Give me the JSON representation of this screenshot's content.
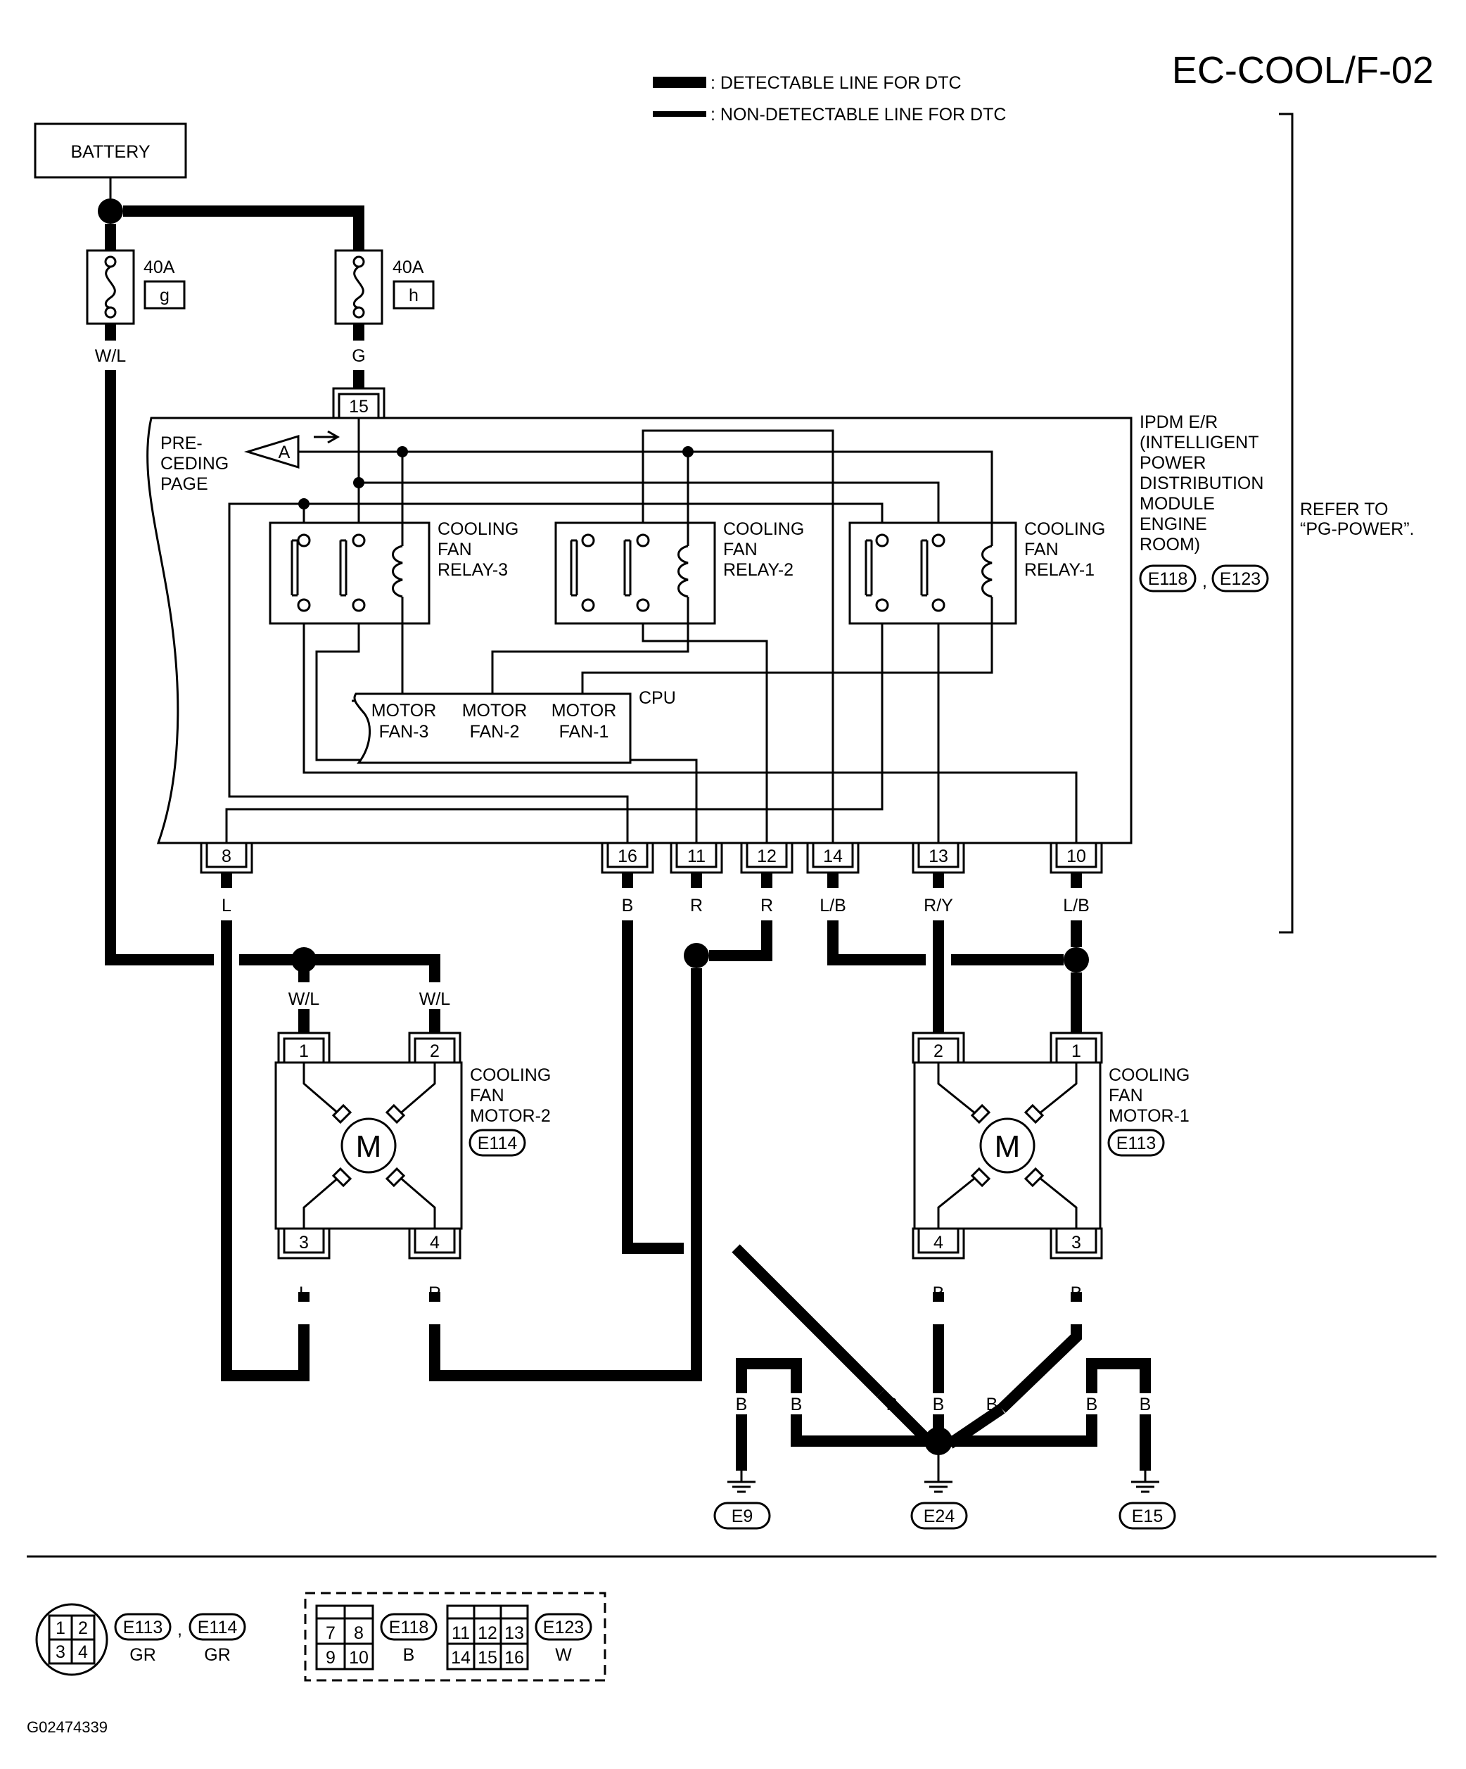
{
  "diagram_id": "EC-COOL/F-02",
  "legend": {
    "detectable": ": DETECTABLE LINE FOR DTC",
    "non_detectable": ": NON-DETECTABLE LINE FOR DTC"
  },
  "battery": "BATTERY",
  "fuses": [
    {
      "rating": "40A",
      "id": "g"
    },
    {
      "rating": "40A",
      "id": "h"
    }
  ],
  "wire_colors": {
    "wl": "W/L",
    "g": "G",
    "l": "L",
    "b": "B",
    "r": "R",
    "lb": "L/B",
    "ry": "R/Y"
  },
  "ipdm": {
    "lines": [
      "IPDM E/R",
      "(INTELLIGENT",
      "POWER",
      "DISTRIBUTION",
      "MODULE",
      "ENGINE",
      "ROOM)"
    ],
    "connectors": [
      "E118",
      "E123"
    ],
    "refer": [
      "REFER TO",
      "“PG-POWER”."
    ],
    "preceding_page": [
      "PRE-",
      "CEDING",
      "PAGE"
    ],
    "pp_marker": "A",
    "cpu": "CPU",
    "motor_fans": [
      {
        "top": "MOTOR",
        "bottom": "FAN-3"
      },
      {
        "top": "MOTOR",
        "bottom": "FAN-2"
      },
      {
        "top": "MOTOR",
        "bottom": "FAN-1"
      }
    ]
  },
  "relays": [
    {
      "lines": [
        "COOLING",
        "FAN",
        "RELAY-3"
      ]
    },
    {
      "lines": [
        "COOLING",
        "FAN",
        "RELAY-2"
      ]
    },
    {
      "lines": [
        "COOLING",
        "FAN",
        "RELAY-1"
      ]
    }
  ],
  "ipdm_pins": {
    "top": "15",
    "bottom": [
      "8",
      "16",
      "11",
      "12",
      "14",
      "13",
      "10"
    ]
  },
  "motors": [
    {
      "lines": [
        "COOLING",
        "FAN",
        "MOTOR-2"
      ],
      "connector": "E114",
      "symbol": "M",
      "pins": [
        "1",
        "2",
        "3",
        "4"
      ]
    },
    {
      "lines": [
        "COOLING",
        "FAN",
        "MOTOR-1"
      ],
      "connector": "E113",
      "symbol": "M",
      "pins": [
        "2",
        "1",
        "4",
        "3"
      ]
    }
  ],
  "grounds": [
    "E9",
    "E24",
    "E15"
  ],
  "connector_key": {
    "round_pins": [
      "1",
      "2",
      "3",
      "4"
    ],
    "round_ids": [
      {
        "id": "E113",
        "color": "GR"
      },
      {
        "id": "E114",
        "color": "GR"
      }
    ],
    "comma": ",",
    "rect1_pins": [
      "7",
      "8",
      "9",
      "10"
    ],
    "rect1": {
      "id": "E118",
      "color": "B"
    },
    "rect2_pins": [
      "11",
      "12",
      "13",
      "14",
      "15",
      "16"
    ],
    "rect2": {
      "id": "E123",
      "color": "W"
    }
  },
  "figure_code": "G02474339"
}
